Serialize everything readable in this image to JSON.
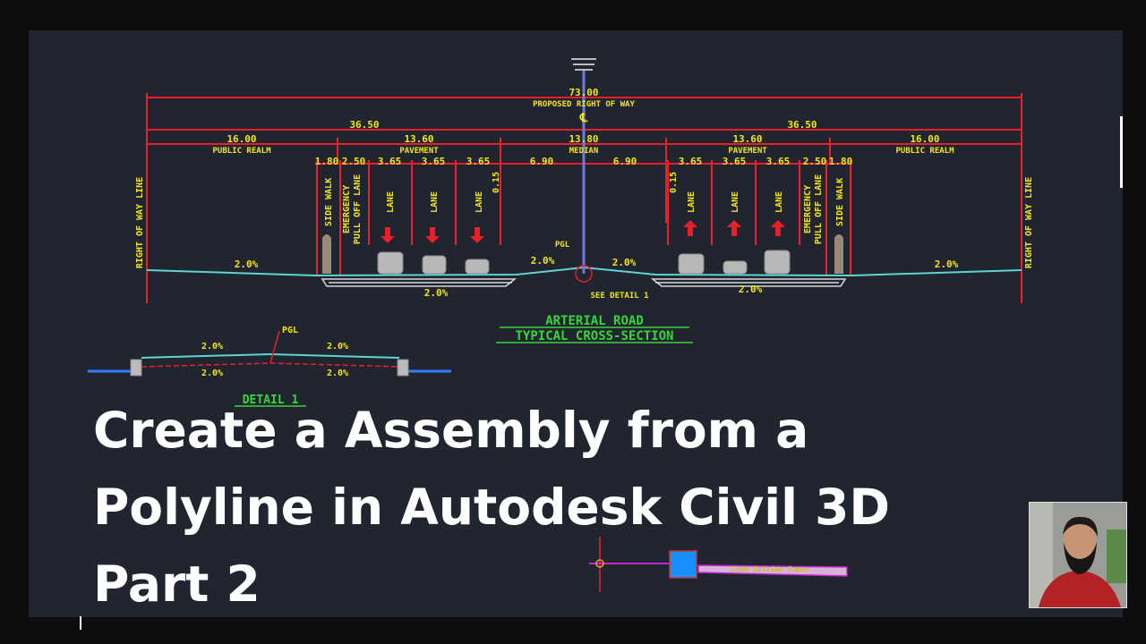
{
  "drawing": {
    "dim_total": "73.00",
    "proposed_row": "PROPOSED RIGHT OF WAY",
    "centerline": "℄",
    "dim_half_left": "36.50",
    "dim_half_right": "36.50",
    "dim_public_left": "16.00",
    "public_realm_left": "PUBLIC REALM",
    "dim_pavement_left": "13.60",
    "pavement_left": "PAVEMENT",
    "dim_median": "13.80",
    "median": "MEDIAN",
    "dim_pavement_right": "13.60",
    "pavement_right": "PAVEMENT",
    "dim_public_right": "16.00",
    "public_realm_right": "PUBLIC REALM",
    "dim_sw_left": "1.80",
    "dim_ep_left": "2.50",
    "dim_l1_left": "3.65",
    "dim_l2_left": "3.65",
    "dim_l3_left": "3.65",
    "dim_med_left": "6.90",
    "dim_med_right": "6.90",
    "dim_l1_right": "3.65",
    "dim_l2_right": "3.65",
    "dim_l3_right": "3.65",
    "dim_ep_right": "2.50",
    "dim_sw_right": "1.80",
    "dim_curb_left": "0.15",
    "dim_curb_right": "0.15",
    "row_line_left": "RIGHT OF WAY LINE",
    "row_line_right": "RIGHT OF WAY LINE",
    "side_walk_left": "SIDE WALK",
    "side_walk_right": "SIDE WALK",
    "emergency_left": "EMERGENCY",
    "pull_off_left": "PULL OFF LANE",
    "emergency_right": "EMERGENCY",
    "pull_off_right": "PULL OFF LANE",
    "lane_labels": [
      "LANE",
      "LANE",
      "LANE",
      "LANE",
      "LANE",
      "LANE"
    ],
    "pgl": "PGL",
    "see_detail": "SEE DETAIL 1",
    "slopes_main": [
      "2.0%",
      "2.0%",
      "2.0%",
      "2.0%",
      "2.0%",
      "2.0%"
    ],
    "section_title_1": "ARTERIAL ROAD",
    "section_title_2": "TYPICAL CROSS-SECTION",
    "detail_pgl": "PGL",
    "detail_slopes": [
      "2.0%",
      "2.0%",
      "2.0%",
      "2.0%"
    ],
    "detail_title": "DETAIL 1",
    "assembly_label": "Lane Outside Super"
  },
  "title": {
    "line1": "Create a Assembly from a",
    "line2": "Polyline in Autodesk Civil 3D",
    "line3": "Part 2"
  },
  "colors": {
    "canvas": "#212530",
    "dim_red": "#e8202a",
    "text_yellow": "#f2e51d",
    "green": "#39d33c",
    "cyan": "#5fd3d1",
    "magenta": "#c026c8",
    "blue_marker": "#1a8fff"
  }
}
